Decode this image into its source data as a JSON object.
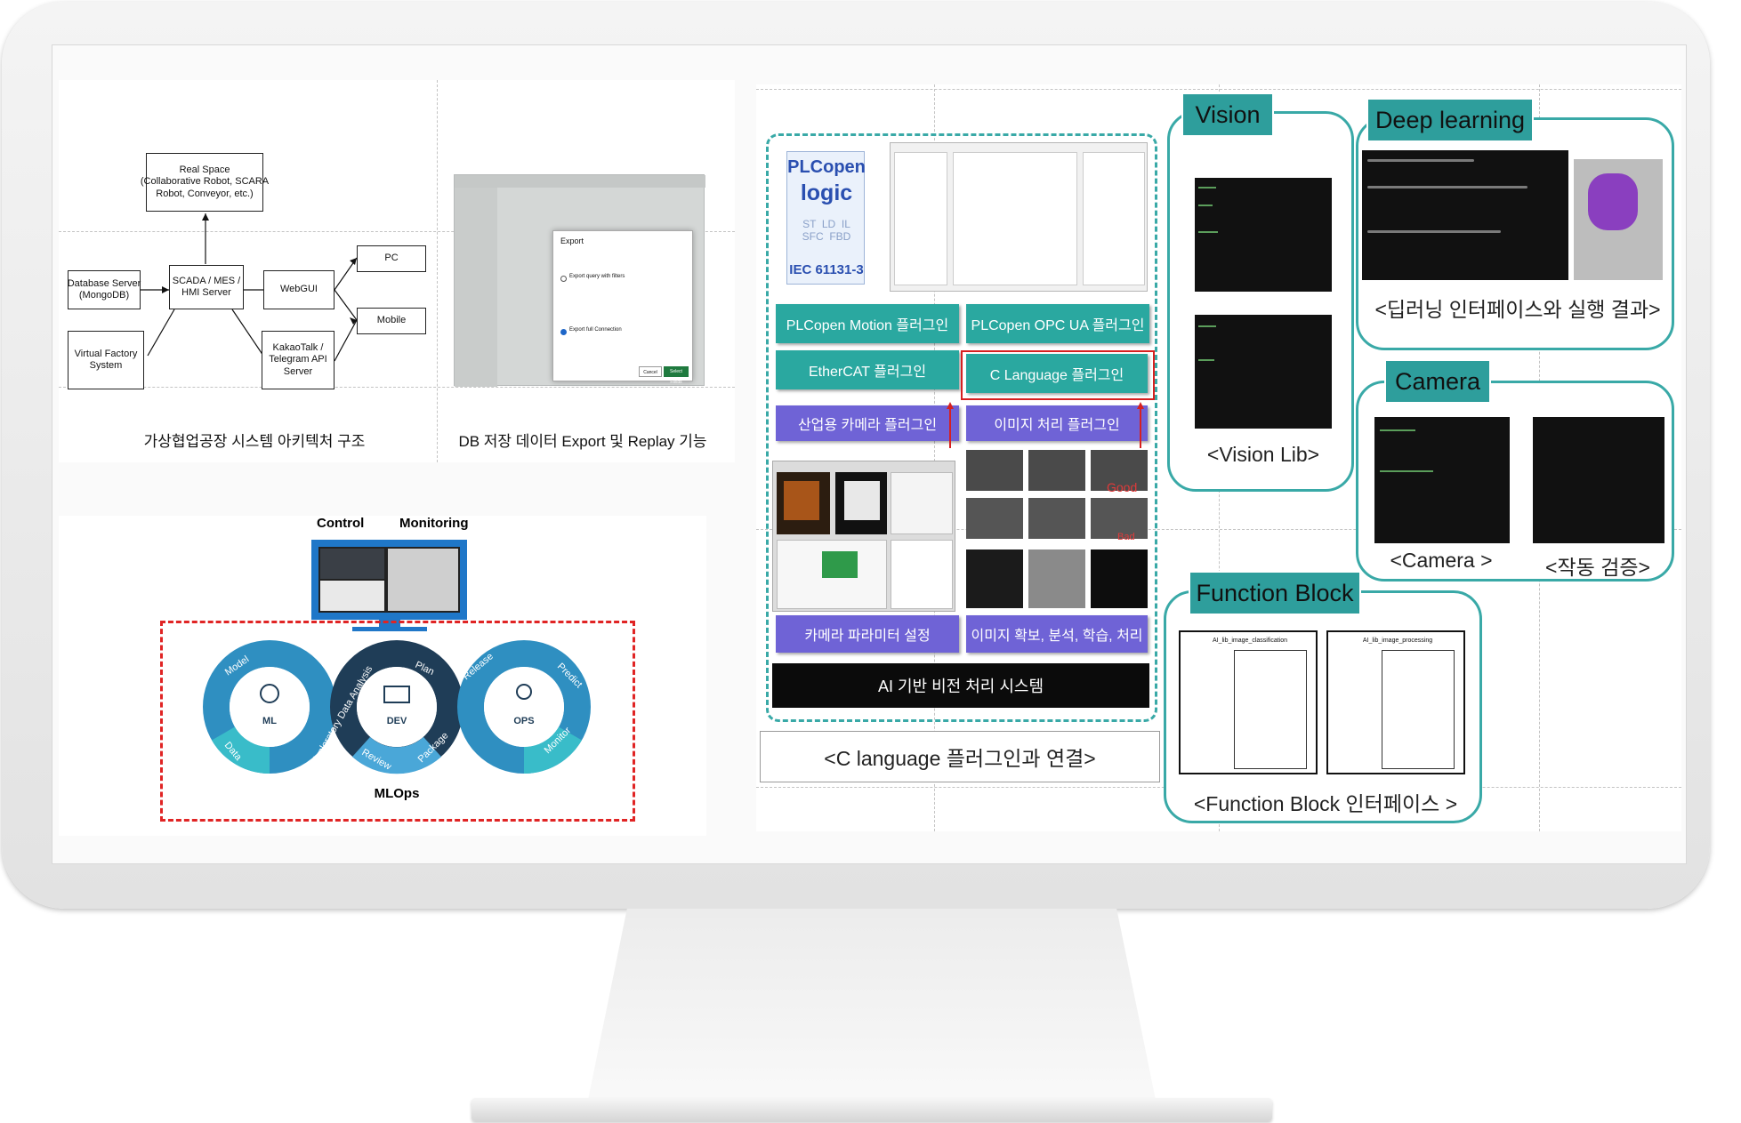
{
  "left_top": {
    "architecture": {
      "real_space": "Real Space\n(Collaborative Robot, SCARA\nRobot, Conveyor, etc.)",
      "database": "Database Server\n(MongoDB)",
      "scada": "SCADA / MES /\nHMI Server",
      "webgui": "WebGUI",
      "pc": "PC",
      "mobile": "Mobile",
      "virtual_factory": "Virtual Factory\nSystem",
      "kakaotalk": "KakaoTalk /\nTelegram API\nServer",
      "caption": "가상협업공장 시스템 아키텍처 구조"
    },
    "export_dialog": {
      "title": "Export",
      "option_1": "Export query with filters",
      "option_2": "Export full Connection",
      "cancel": "Cancel",
      "confirm": "Select Fields",
      "caption": "DB 저장 데이터 Export 및 Replay 기능"
    }
  },
  "mlops": {
    "control": "Control",
    "monitoring": "Monitoring",
    "ml": "ML",
    "dev": "DEV",
    "ops": "OPS",
    "model": "Model",
    "data": "Data",
    "eda": "Exploratory Data Analysis",
    "plan": "Plan",
    "review": "Review",
    "package": "Package",
    "release": "Release",
    "predict": "Predict",
    "monitor": "Monitor",
    "title": "MLOps"
  },
  "plc": {
    "logo_title_1": "PLCopen",
    "logo_title_2": "logic",
    "logo_langs": "ST  LD  IL\nSFC  FBD",
    "logo_std": "IEC 61131-3",
    "motion_plugin": "PLCopen Motion 플러그인",
    "opcua_plugin": "PLCopen OPC UA 플러그인",
    "ethercat_plugin": "EtherCAT 플러그인",
    "clang_plugin": "C Language 플러그인",
    "camera_plugin": "산업용 카메라 플러그인",
    "image_plugin": "이미지 처리 플러그인",
    "good": "Good",
    "bad": "Bad",
    "camera_param": "카메라 파라미터 설정",
    "image_process": "이미지 확보, 분석, 학습, 처리",
    "ai_system": "AI 기반 비전 처리 시스템",
    "caption": "<C language 플러그인과 연결>"
  },
  "vision": {
    "tag": "Vision",
    "caption": "<Vision Lib>"
  },
  "deep_learning": {
    "tag": "Deep learning",
    "caption": "<딥러닝 인터페이스와 실행 결과>"
  },
  "camera": {
    "tag": "Camera",
    "caption_1": "<Camera >",
    "caption_2": "<작동 검증>"
  },
  "function_block": {
    "tag": "Function Block",
    "fb1_title": "AI_lib_image_classification",
    "fb2_title": "AI_lib_image_processing",
    "caption": "<Function Block 인터페이스 >"
  },
  "colors": {
    "teal": "#2aa8a0",
    "purple": "#6f63d6",
    "red_highlight": "#d62020"
  }
}
